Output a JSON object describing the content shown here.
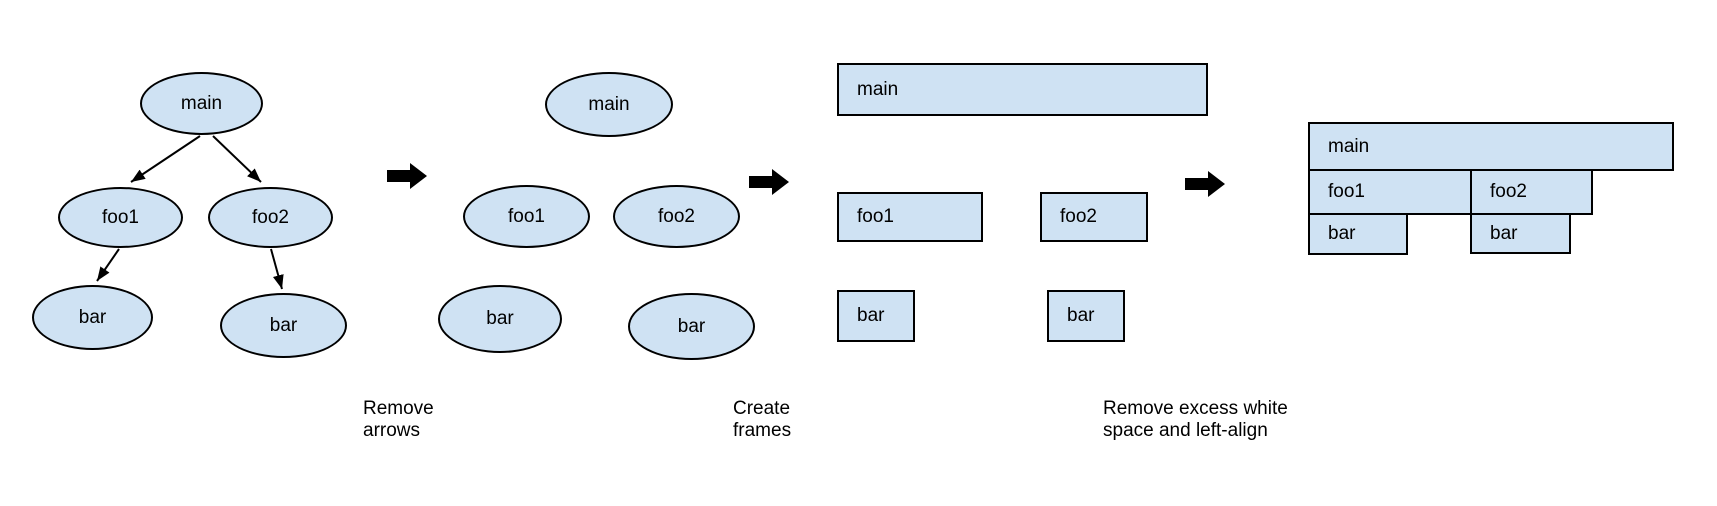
{
  "colors": {
    "node_fill": "#cfe2f3",
    "node_border": "#000000",
    "arrow_color": "#000000",
    "background": "#ffffff",
    "text_color": "#000000"
  },
  "stages": {
    "call_graph": {
      "nodes": [
        {
          "label": "main"
        },
        {
          "label": "foo1"
        },
        {
          "label": "foo2"
        },
        {
          "label": "bar"
        },
        {
          "label": "bar"
        }
      ]
    },
    "no_arrows": {
      "nodes": [
        {
          "label": "main"
        },
        {
          "label": "foo1"
        },
        {
          "label": "foo2"
        },
        {
          "label": "bar"
        },
        {
          "label": "bar"
        }
      ]
    },
    "frames": {
      "nodes": [
        {
          "label": "main"
        },
        {
          "label": "foo1"
        },
        {
          "label": "foo2"
        },
        {
          "label": "bar"
        },
        {
          "label": "bar"
        }
      ]
    },
    "flame_graph": {
      "nodes": [
        {
          "label": "main"
        },
        {
          "label": "foo1"
        },
        {
          "label": "foo2"
        },
        {
          "label": "bar"
        },
        {
          "label": "bar"
        }
      ]
    }
  },
  "transitions": [
    {
      "label": "Remove arrows"
    },
    {
      "label": "Create frames"
    },
    {
      "label": "Remove excess white space and left-align"
    }
  ]
}
